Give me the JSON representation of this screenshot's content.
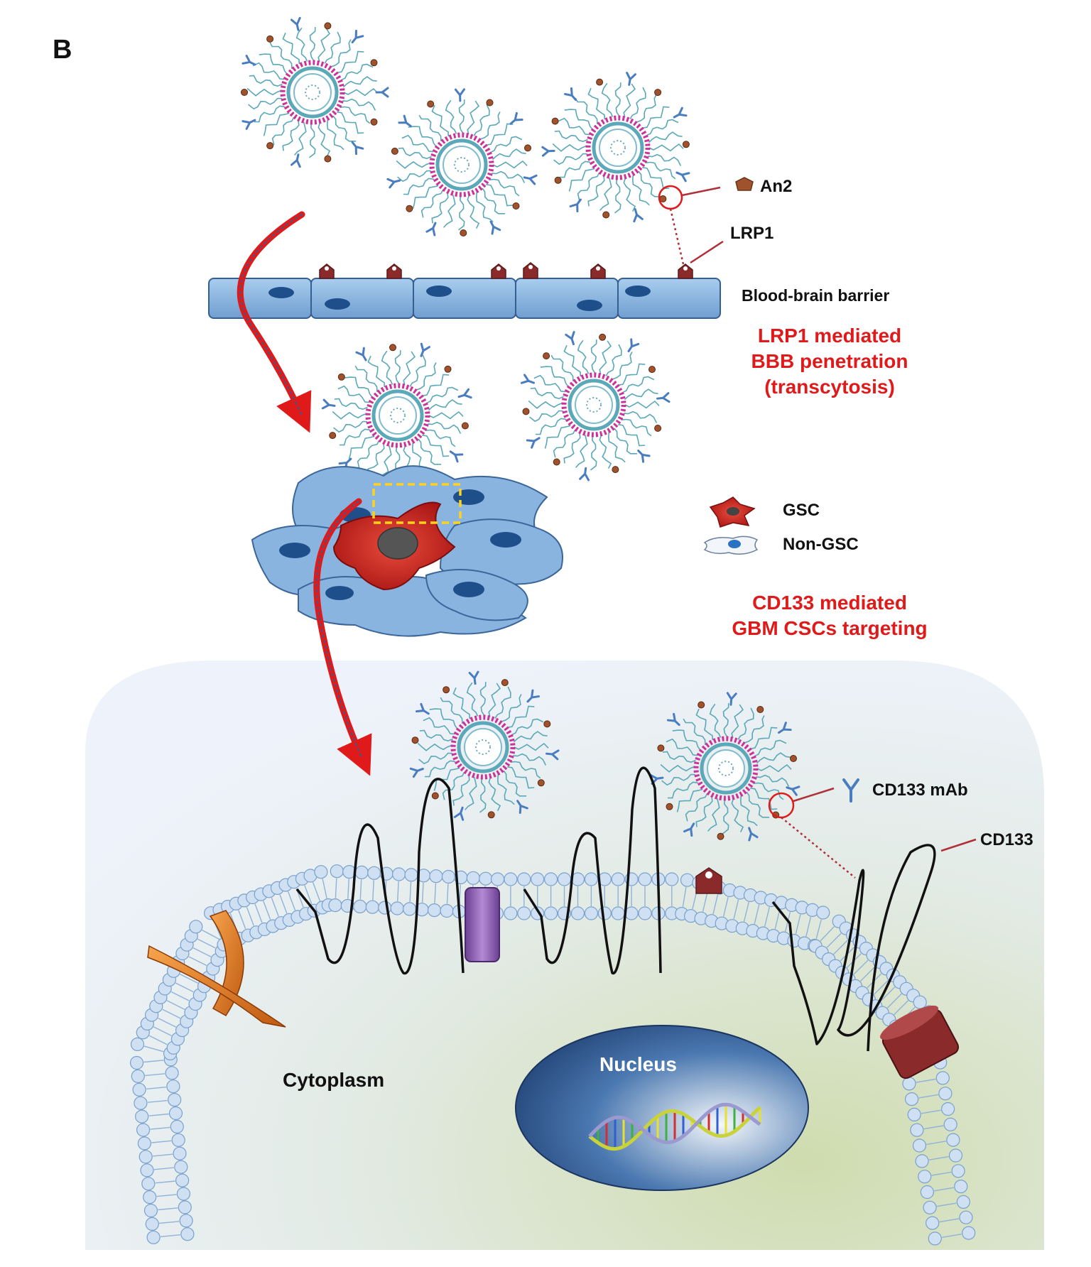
{
  "panel_label": "B",
  "labels": {
    "an2": "An2",
    "lrp1": "LRP1",
    "bbb": "Blood-brain barrier",
    "lrp1_mediated": [
      "LRP1 mediated",
      "BBB penetration",
      "(transcytosis)"
    ],
    "gsc": "GSC",
    "non_gsc": "Non-GSC",
    "cd133_mediated": [
      "CD133 mediated",
      "GBM CSCs targeting"
    ],
    "cd133_mab": "CD133 mAb",
    "cd133": "CD133",
    "cytoplasm": "Cytoplasm",
    "nucleus": "Nucleus"
  },
  "colors": {
    "accent_red": "#e01a1a",
    "bbb_cell": "#8ab4e0",
    "nucleus_dark": "#2a5a96",
    "gsc_red": "#cc2222",
    "micelle_teal": "#5aa8b8",
    "micelle_magenta": "#cc3399",
    "antibody_blue": "#4a7cc0",
    "an2_brown": "#a0522d",
    "membrane_bead": "#cfe0f3",
    "channel_orange": "#e07a20",
    "pump_purple": "#8a5cb0",
    "receptor_maroon": "#8b2a2a"
  },
  "icons": [
    "micelle-nanoparticle",
    "an2-peptide-icon",
    "lrp1-receptor-icon",
    "cd133-antibody-icon",
    "gsc-cell-icon",
    "non-gsc-cell-icon",
    "dna-helix-icon",
    "ion-channel-icon"
  ]
}
